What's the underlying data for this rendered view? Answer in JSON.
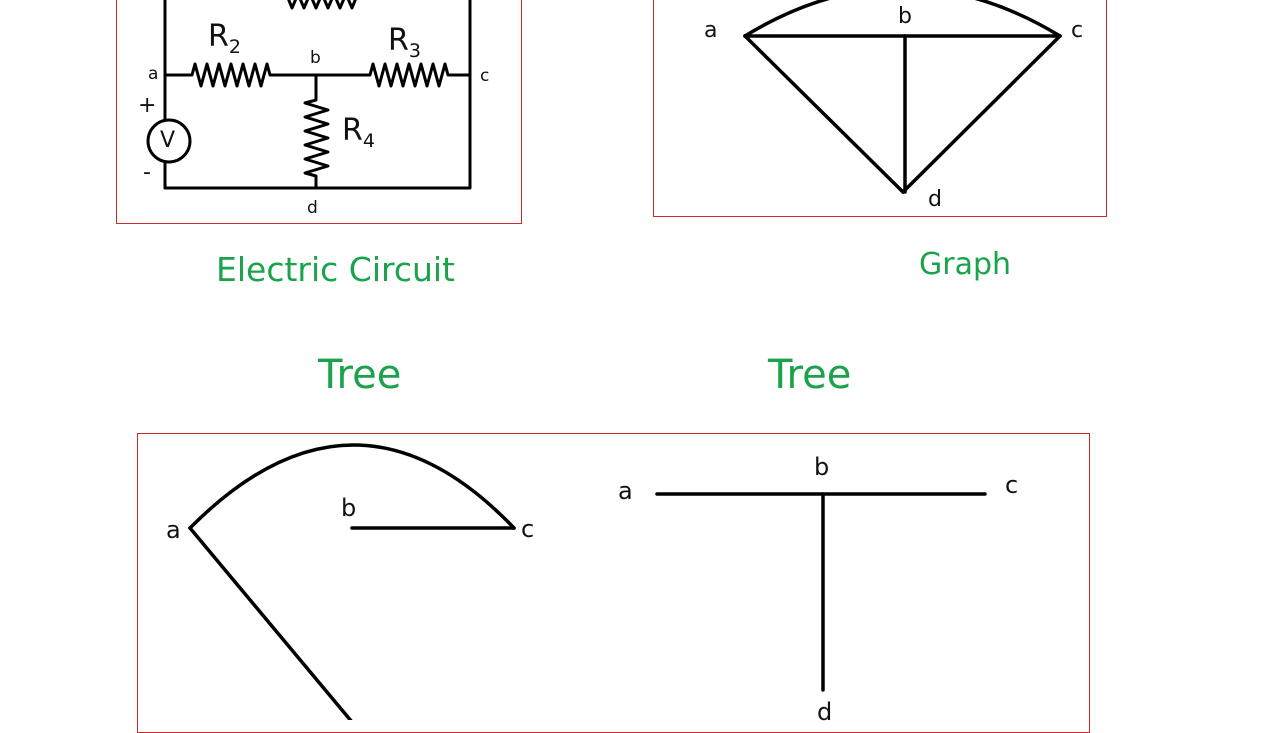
{
  "circuit": {
    "caption": "Electric Circuit",
    "resistors": {
      "r2": {
        "base": "R",
        "sub": "2"
      },
      "r3": {
        "base": "R",
        "sub": "3"
      },
      "r4": {
        "base": "R",
        "sub": "4"
      }
    },
    "source": {
      "symbol": "V",
      "plus": "+",
      "minus": "-"
    },
    "nodes": {
      "a": "a",
      "b": "b",
      "c": "c",
      "d": "d"
    }
  },
  "graph": {
    "caption": "Graph",
    "nodes": {
      "a": "a",
      "b": "b",
      "c": "c",
      "d": "d"
    }
  },
  "trees": {
    "titles": [
      "Tree",
      "Tree"
    ],
    "tree1": {
      "nodes": {
        "a": "a",
        "b": "b",
        "c": "c"
      }
    },
    "tree2": {
      "nodes": {
        "a": "a",
        "b": "b",
        "c": "c",
        "d": "d"
      }
    }
  },
  "colors": {
    "frame": "#cc2a2a",
    "caption": "#1aa34a",
    "line": "#000000"
  }
}
